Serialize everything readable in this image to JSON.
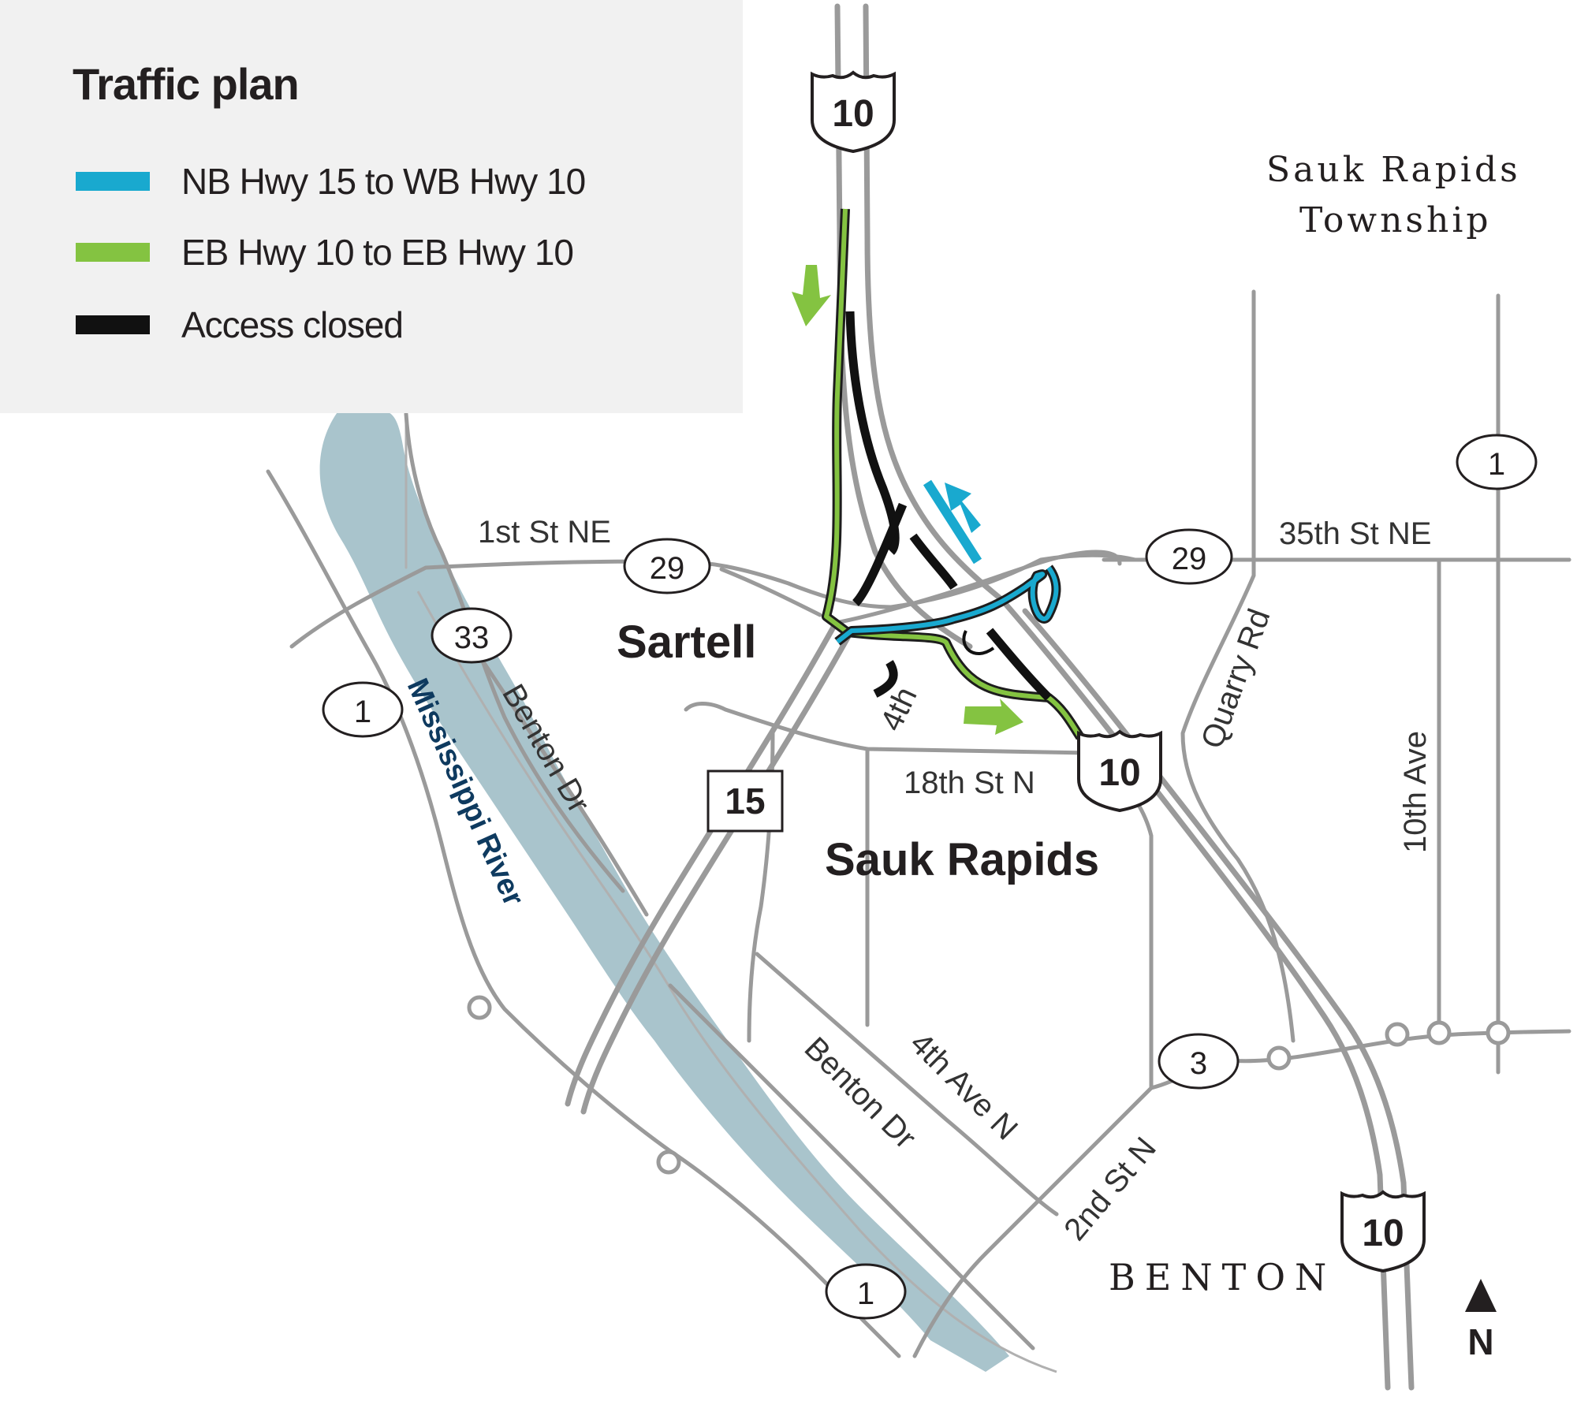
{
  "legend": {
    "title": "Traffic plan",
    "items": [
      {
        "label": "NB Hwy 15 to WB Hwy 10",
        "color": "#19a9cf"
      },
      {
        "label": "EB Hwy 10 to EB  Hwy 10",
        "color": "#84c341"
      },
      {
        "label": "Access closed",
        "color": "#111111"
      }
    ]
  },
  "places": {
    "sartell": "Sartell",
    "sauk_rapids": "Sauk Rapids",
    "township_line1": "Sauk Rapids",
    "township_line2": "Township",
    "benton": "BENTON"
  },
  "streets": {
    "first_st_ne": "1st St NE",
    "thirty_fifth_st_ne": "35th St NE",
    "benton_dr_north": "Benton Dr",
    "benton_dr_south": "Benton Dr",
    "fourth": "4th",
    "eighteenth_st_n": "18th St N",
    "quarry_rd": "Quarry Rd",
    "tenth_ave": "10th Ave",
    "fourth_ave_n": "4th Ave N",
    "second_st_n": "2nd St N",
    "river": "Mississippi River"
  },
  "shields": {
    "us10_top": "10",
    "us10_mid": "10",
    "us10_bottom": "10",
    "hwy15": "15"
  },
  "route_markers": {
    "r29_west": "29",
    "r29_east": "29",
    "r33": "33",
    "r1_west": "1",
    "r1_east": "1",
    "r1_south": "1",
    "r3": "3"
  },
  "north_arrow": "N",
  "colors": {
    "road": "#9a9a9a",
    "river": "#a9c4cc",
    "legend_bg": "#f1f1f1",
    "river_label": "#0e3a5f"
  }
}
